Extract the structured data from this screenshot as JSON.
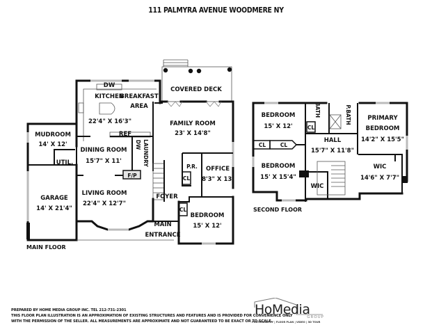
{
  "title": "111 PALMYRA AVENUE WOODMERE NY",
  "main_floor": {
    "label": "MAIN FLOOR",
    "rooms": {
      "covered_deck": {
        "name": "COVERED DECK"
      },
      "kitchen": {
        "name": "KITCHEN",
        "dims": "22'4\" X 16'3\""
      },
      "breakfast": {
        "name_1": "BREAKFAST",
        "name_2": "AREA"
      },
      "dw": {
        "name": "DW"
      },
      "ref": {
        "name": "REF"
      },
      "family_room": {
        "name": "FAMILY ROOM",
        "dims": "23' X 14'8\""
      },
      "mudroom": {
        "name": "MUDROOM",
        "dims": "14' X 12'"
      },
      "util": {
        "name": "UTIL."
      },
      "dining_room": {
        "name": "DINING ROOM",
        "dims": "15'7\" X 11'"
      },
      "dw2": {
        "name": "DW"
      },
      "laundry": {
        "name": "LAUNDRY"
      },
      "fp": {
        "name": "F/P"
      },
      "pr": {
        "name": "P.R."
      },
      "cl1": {
        "name": "CL"
      },
      "office": {
        "name": "OFFICE",
        "dims": "8'3\" X 13'"
      },
      "garage": {
        "name": "GARAGE",
        "dims": "14' X 21'4\""
      },
      "living_room": {
        "name": "LIVING ROOM",
        "dims": "22'4\" X 12'7\""
      },
      "foyer": {
        "name": "FOYER"
      },
      "cl2": {
        "name": "CL"
      },
      "bedroom": {
        "name": "BEDROOM",
        "dims": "15' X 12'"
      },
      "main_entrance": {
        "name_1": "MAIN",
        "name_2": "ENTRANCE"
      }
    }
  },
  "second_floor": {
    "label": "SECOND FLOOR",
    "rooms": {
      "bedroom1": {
        "name": "BEDROOM",
        "dims": "15' X 12'"
      },
      "bath": {
        "name": "BATH"
      },
      "pbath": {
        "name": "P.BATH"
      },
      "cl_bath": {
        "name": "CL"
      },
      "primary": {
        "name_1": "PRIMARY",
        "name_2": "BEDROOM",
        "dims": "14'2\" X 15'5\""
      },
      "cl_a": {
        "name": "CL"
      },
      "cl_b": {
        "name": "CL"
      },
      "hall": {
        "name": "HALL",
        "dims": "15'7\" X 11'8\""
      },
      "bedroom2": {
        "name": "BEDROOM",
        "dims": "15' X 15'4\""
      },
      "wic1": {
        "name": "WIC"
      },
      "wic2": {
        "name": "WIC",
        "dims": "14'6\" X 7'7\""
      }
    }
  },
  "footer": {
    "line1": "PREPARED BY HOME MEDIA GROUP INC. TEL 212-731-2301",
    "line2": "THIS FLOOR PLAN ILLUSTRATION IS AN APPROXIMATION OF EXISTING STRUCTURES AND FEATURES AND IS PROVIDED FOR CONVENIENCE ONLY",
    "line3": "WITH THE PERMISSION OF THE SELLER. ALL MEASUREMENTS ARE APPROXIMATE AND NOT GUARANTEED TO BE EXACT OR TO SCALE."
  },
  "logo": {
    "name": "HoMedia",
    "group": "GROUP",
    "tagline": "PHOTOGRAPHY | FLOOR PLAN | VIDEO | 3D TOUR"
  }
}
